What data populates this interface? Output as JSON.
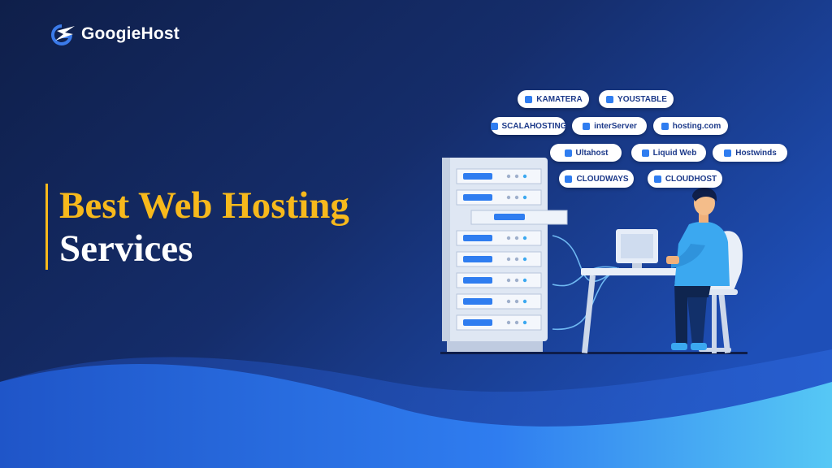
{
  "brand": {
    "name": "GoogieHost"
  },
  "headline": {
    "line1": "Best Web Hosting",
    "line2": "Services"
  },
  "providers": [
    {
      "label": "KAMATERA",
      "icon": "kamatera-icon"
    },
    {
      "label": "YOUSTABLE",
      "icon": "youstable-icon"
    },
    {
      "label": "SCALAHOSTING",
      "icon": "scalahosting-icon"
    },
    {
      "label": "interServer",
      "icon": "interserver-icon"
    },
    {
      "label": "hosting.com",
      "icon": "hosting-com-icon"
    },
    {
      "label": "Ultahost",
      "icon": "ultahost-icon"
    },
    {
      "label": "Liquid Web",
      "icon": "liquid-web-icon"
    },
    {
      "label": "Hostwinds",
      "icon": "hostwinds-icon"
    },
    {
      "label": "CLOUDWAYS",
      "icon": "cloudways-icon"
    },
    {
      "label": "CLOUDHOST",
      "icon": "cloudhost-icon"
    }
  ],
  "colors": {
    "background": "#12285e",
    "accent": "#f7b91c",
    "wave": "#2f7df0",
    "person_shirt": "#3ba8f0"
  }
}
